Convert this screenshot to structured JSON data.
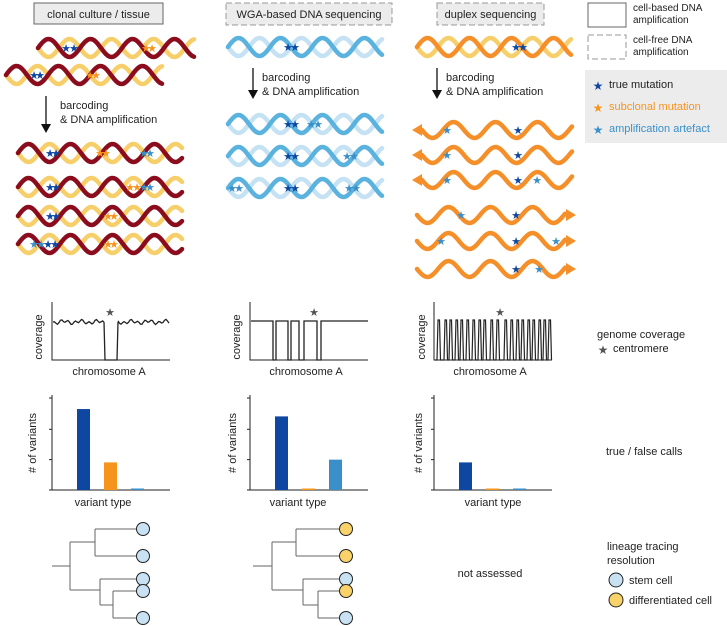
{
  "columns": [
    {
      "title": "clonal culture / tissue",
      "box_style": "solid"
    },
    {
      "title": "WGA-based DNA sequencing",
      "box_style": "dashed"
    },
    {
      "title": "duplex sequencing",
      "box_style": "dashed"
    }
  ],
  "amplification_label_line1": "barcoding",
  "amplification_label_line2": "& DNA amplification",
  "legend": {
    "cell_based": "cell-based DNA amplification",
    "cell_based_line1": "cell-based DNA",
    "cell_based_line2": "amplification",
    "cell_free": "cell-free DNA amplification",
    "cell_free_line1": "cell-free DNA",
    "cell_free_line2": "amplification",
    "true_mutation": "true mutation",
    "subclonal_mutation": "subclonal mutation",
    "amplification_artefact": "amplification artefact"
  },
  "coverage": {
    "ylabel": "coverage",
    "xlabel": "chromosome A",
    "row_label": "genome coverage",
    "centromere_label": "centromere"
  },
  "variants": {
    "ylabel": "# of variants",
    "xlabel": "variant type",
    "row_label": "true / false calls"
  },
  "lineage": {
    "row_label_line1": "lineage tracing",
    "row_label_line2": "resolution",
    "stem_cell": "stem cell",
    "differentiated_cell": "differentiated cell",
    "not_assessed": "not assessed"
  },
  "colors": {
    "true_mutation": "#0d47a1",
    "subclonal_mutation": "#f7941d",
    "amplification_artefact": "#3a8fc9",
    "helix_dark_red": "#8b0c1c",
    "helix_yellow": "#f7cf6a",
    "helix_blue": "#5ab2de",
    "helix_light_blue": "#c4e2f3",
    "helix_orange": "#f58f2a",
    "stem_cell": "#c8e2f3",
    "differentiated_cell": "#f9d36a"
  },
  "chart_data": [
    {
      "type": "bar",
      "panel": "clonal culture / tissue",
      "xlabel": "variant type",
      "ylabel": "# of variants",
      "categories": [
        "true mutation",
        "subclonal mutation",
        "amplification artefact"
      ],
      "values": [
        88,
        30,
        1
      ],
      "ylim": [
        0,
        100
      ]
    },
    {
      "type": "bar",
      "panel": "WGA-based DNA sequencing",
      "xlabel": "variant type",
      "ylabel": "# of variants",
      "categories": [
        "true mutation",
        "subclonal mutation",
        "amplification artefact"
      ],
      "values": [
        80,
        1,
        33
      ],
      "ylim": [
        0,
        100
      ]
    },
    {
      "type": "bar",
      "panel": "duplex sequencing",
      "xlabel": "variant type",
      "ylabel": "# of variants",
      "categories": [
        "true mutation",
        "subclonal mutation",
        "amplification artefact"
      ],
      "values": [
        30,
        1,
        1
      ],
      "ylim": [
        0,
        100
      ]
    }
  ]
}
